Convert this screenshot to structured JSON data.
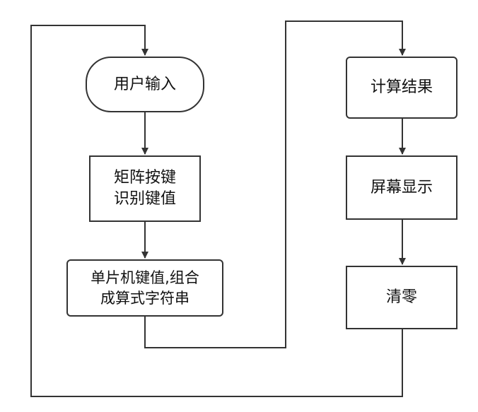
{
  "flowchart": {
    "nodes": {
      "user_input": {
        "label": "用户输入"
      },
      "matrix_key": {
        "lines": [
          "矩阵按键",
          "识别键值"
        ]
      },
      "mcu_combine": {
        "lines": [
          "单片机键值,组合",
          "成算式字符串"
        ]
      },
      "compute": {
        "label": "计算结果"
      },
      "display": {
        "label": "屏幕显示"
      },
      "clear": {
        "label": "清零"
      }
    }
  }
}
